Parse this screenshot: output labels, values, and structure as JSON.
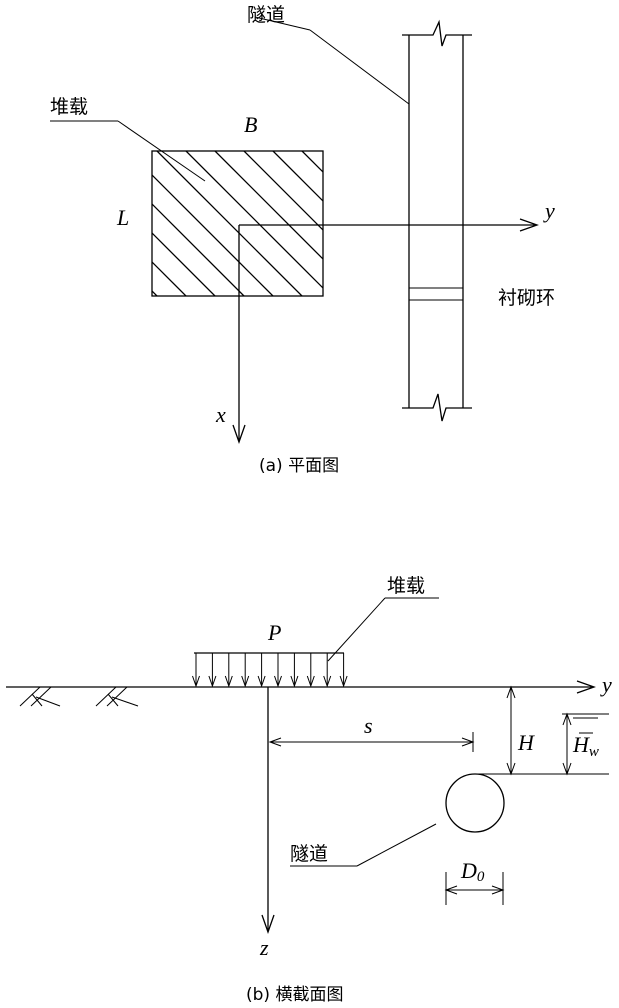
{
  "plan": {
    "label_tunnel": "隧道",
    "label_surcharge": "堆载",
    "label_B": "B",
    "label_L": "L",
    "label_y": "y",
    "label_x": "x",
    "label_lining": "衬砌环",
    "caption": "(a) 平面图"
  },
  "section": {
    "label_P": "P",
    "label_surcharge": "堆载",
    "label_y": "y",
    "label_s": "s",
    "label_H": "H",
    "label_Hw": "H",
    "label_Hw_sub": "w",
    "label_tunnel": "隧道",
    "label_D0": "D",
    "label_D0_sub": "0",
    "label_z": "z",
    "caption": "(b) 横截面图"
  }
}
